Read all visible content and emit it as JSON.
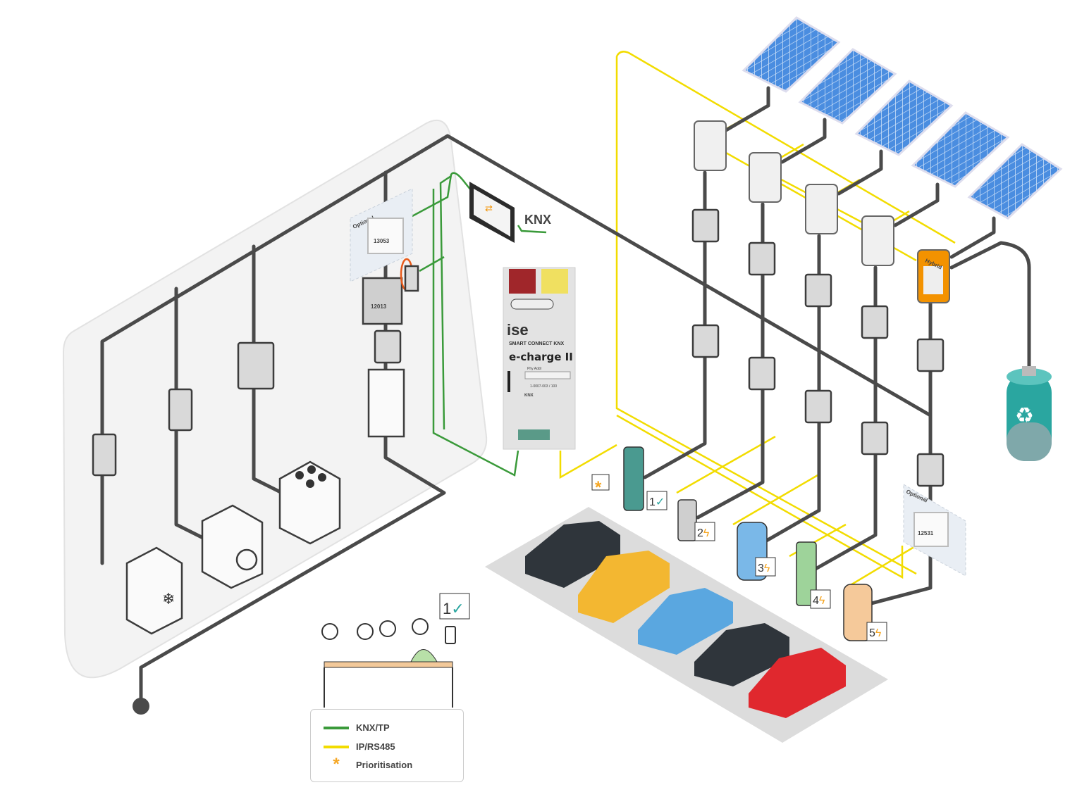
{
  "device": {
    "brand": "ise",
    "subtitle": "SMART CONNECT KNX",
    "product": "e-charge II",
    "addr_label": "Phy Addr",
    "order_no": "1-0007-003 / 100",
    "knx_mark": "KNX"
  },
  "knx_logo": "KNX",
  "optional_label": "Optional",
  "hybrid_label": "Hybrid",
  "meters": [
    "13053",
    "12013",
    "12531"
  ],
  "chargers": [
    {
      "number": "1",
      "symbol": "✓",
      "color": "#4a9a90"
    },
    {
      "number": "2",
      "symbol": "ϟ",
      "color": "#cfcfcf"
    },
    {
      "number": "3",
      "symbol": "ϟ",
      "color": "#7ab8e8"
    },
    {
      "number": "4",
      "symbol": "ϟ",
      "color": "#9ed39a"
    },
    {
      "number": "5",
      "symbol": "ϟ",
      "color": "#f5c99a"
    }
  ],
  "priority_bubble": {
    "number": "1",
    "symbol": "✓"
  },
  "priority_mark": "*",
  "cars": [
    "#2f353b",
    "#f3b731",
    "#5aa7e0",
    "#2f353b",
    "#e0282e"
  ],
  "colors": {
    "knx": "#3a9a3a",
    "ip": "#f2dc00",
    "power": "#4a4a4a",
    "solar": "#4a8de0",
    "battery": "#2aa6a0",
    "priority": "#f5a623"
  },
  "legend": {
    "items": [
      {
        "label": "KNX/TP",
        "color": "#3a9a3a"
      },
      {
        "label": "IP/RS485",
        "color": "#f2dc00"
      },
      {
        "label": "Prioritisation",
        "color": "#f5a623"
      }
    ]
  }
}
